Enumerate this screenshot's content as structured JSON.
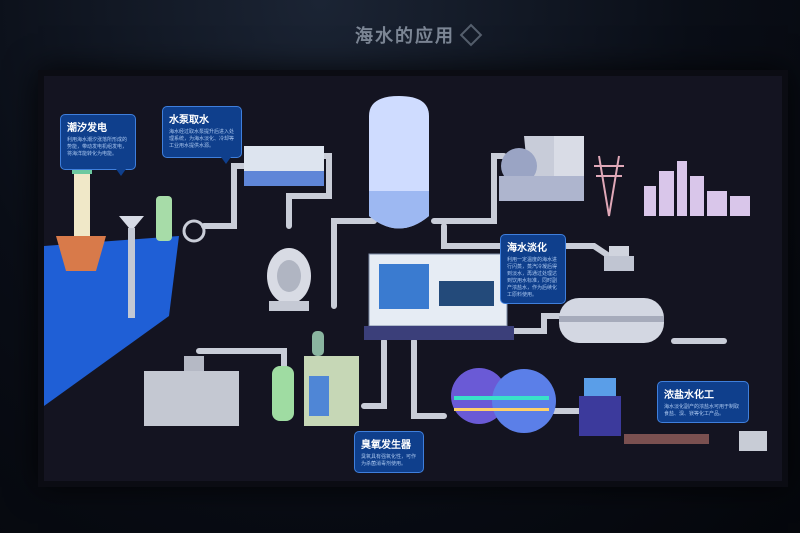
{
  "wall": {
    "title": "海水的应用"
  },
  "labels": {
    "tidal": {
      "title": "潮汐发电",
      "body": "利用海水潮汐涨落所形成的势能，带动发电机组发电，将海洋能转化为电能。"
    },
    "pump": {
      "title": "水泵取水",
      "body": "海水经过取水泵提升后进入处理系统，为海水淡化、冷却等工业用水提供水源。"
    },
    "desal": {
      "title": "海水淡化",
      "body": "利用一定温度的海水进行闪蒸，蒸汽冷凝后得到淡水，再通过处理达到饮用水标准，同时副产浓盐水，作为后续化工原料使用。"
    },
    "ozone": {
      "title": "臭氧发生器",
      "body": "臭氧具有强氧化性，可作为杀菌消毒剂使用。"
    },
    "brine": {
      "title": "浓盐水化工",
      "body": "海水淡化副产的浓盐水可用于制取食盐、溴、镁等化工产品。"
    }
  },
  "colors": {
    "accent": "#1e5fc8",
    "pipe": "#c9cdd8",
    "sea": "#1f5fd6"
  }
}
